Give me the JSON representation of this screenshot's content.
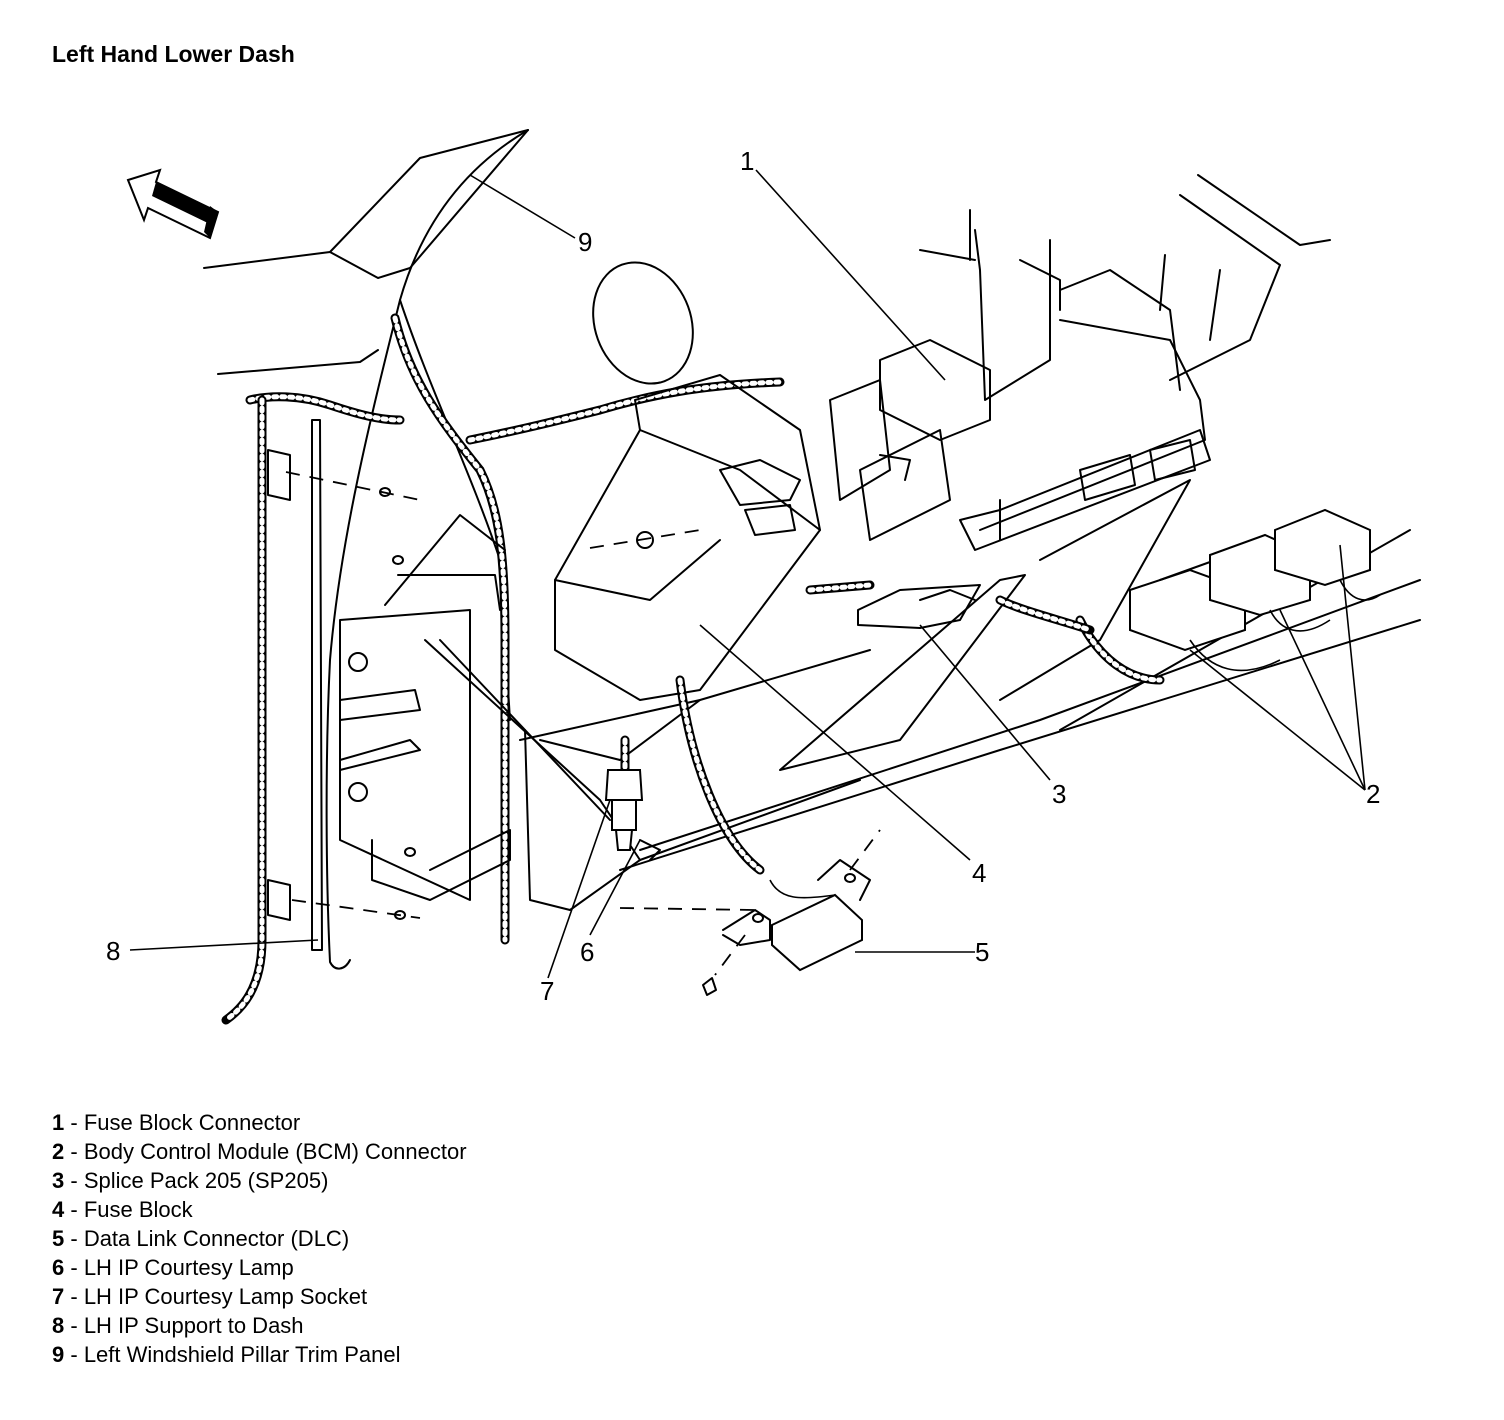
{
  "title": "Left Hand Lower Dash",
  "callouts": [
    "1",
    "2",
    "3",
    "4",
    "5",
    "6",
    "7",
    "8",
    "9"
  ],
  "legend": [
    {
      "num": "1",
      "sep": " - ",
      "text": "Fuse Block Connector"
    },
    {
      "num": "2",
      "sep": " - ",
      "text": "Body Control Module (BCM) Connector"
    },
    {
      "num": "3",
      "sep": " - ",
      "text": "Splice Pack 205 (SP205)"
    },
    {
      "num": "4",
      "sep": " - ",
      "text": "Fuse Block"
    },
    {
      "num": "5",
      "sep": " - ",
      "text": "Data Link Connector (DLC)"
    },
    {
      "num": "6",
      "sep": " - ",
      "text": "LH IP Courtesy Lamp"
    },
    {
      "num": "7",
      "sep": " - ",
      "text": "LH IP Courtesy Lamp Socket"
    },
    {
      "num": "8",
      "sep": " - ",
      "text": "LH IP Support to Dash"
    },
    {
      "num": "9",
      "sep": " - ",
      "text": "Left Windshield Pillar Trim Panel"
    }
  ],
  "icons": {
    "front_arrow": "front-direction-arrow-icon"
  }
}
